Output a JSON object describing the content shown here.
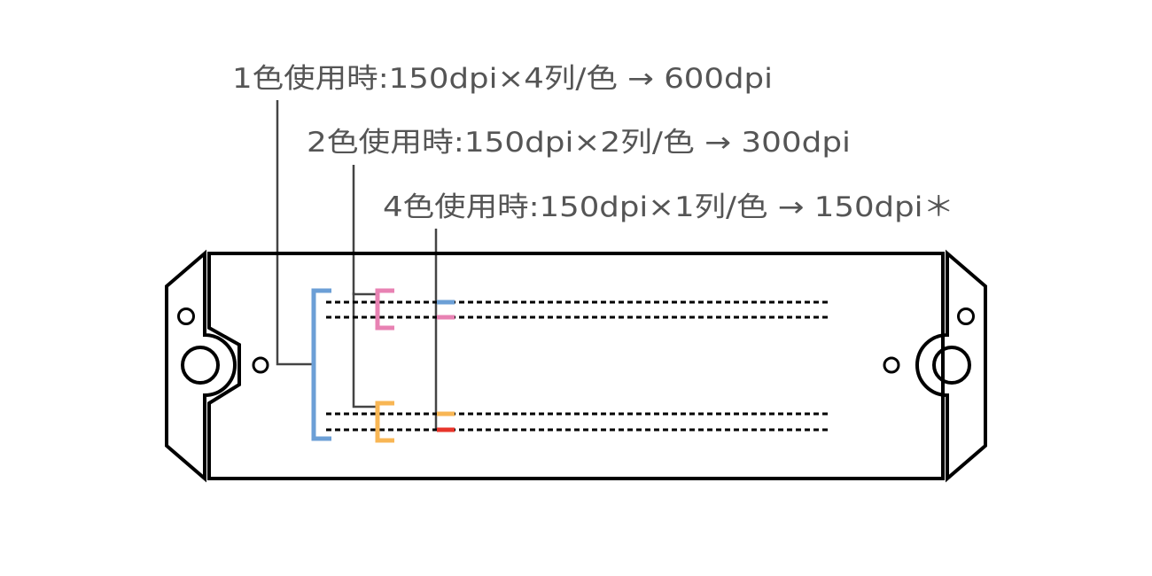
{
  "labels": [
    "1色使用時:150dpi×4列/色 → 600dpi",
    "2色使用時:150dpi×2列/色 → 300dpi",
    "4色使用時:150dpi×1列/色 → 150dpi＊"
  ],
  "colors": {
    "text": "#555555",
    "outline": "#000000",
    "leader": "#444444",
    "blue": "#6c9fd6",
    "pink": "#e882b3",
    "orange": "#f8b654",
    "red": "#e8342a"
  }
}
